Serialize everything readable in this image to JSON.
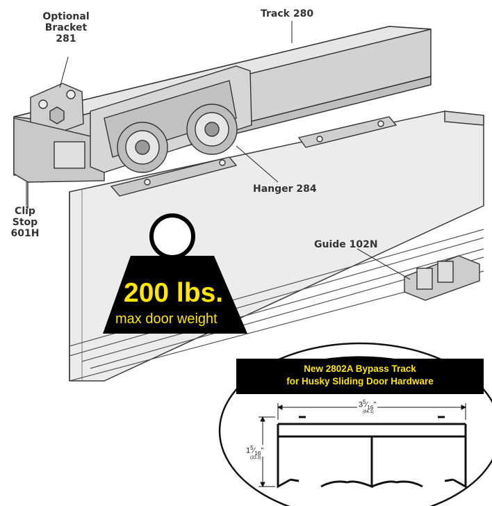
{
  "labels": {
    "optional_bracket": [
      "Optional",
      "Bracket",
      "281"
    ],
    "track": "Track 280",
    "hanger": "Hanger 284",
    "clip_stop": [
      "Clip",
      "Stop",
      "601H"
    ],
    "guide": "Guide 102N"
  },
  "weight_badge": {
    "value": "200 lbs.",
    "caption": "max door weight"
  },
  "inset": {
    "title_line1": "New 2802A Bypass Track",
    "title_line2": "for Husky Sliding Door Hardware",
    "width": "3",
    "width_frac_num": "5",
    "width_frac_den": "16",
    "width_unit": "\"",
    "width_mm": "(84.1)",
    "height": "1",
    "height_frac_num": "5",
    "height_frac_den": "16",
    "height_unit": "\"",
    "height_mm": "(33.3)"
  },
  "colors": {
    "badge_fill": "#000000",
    "badge_text": "#ffe600",
    "line_art": "#333333",
    "door_fill": "#e8e8e8"
  }
}
